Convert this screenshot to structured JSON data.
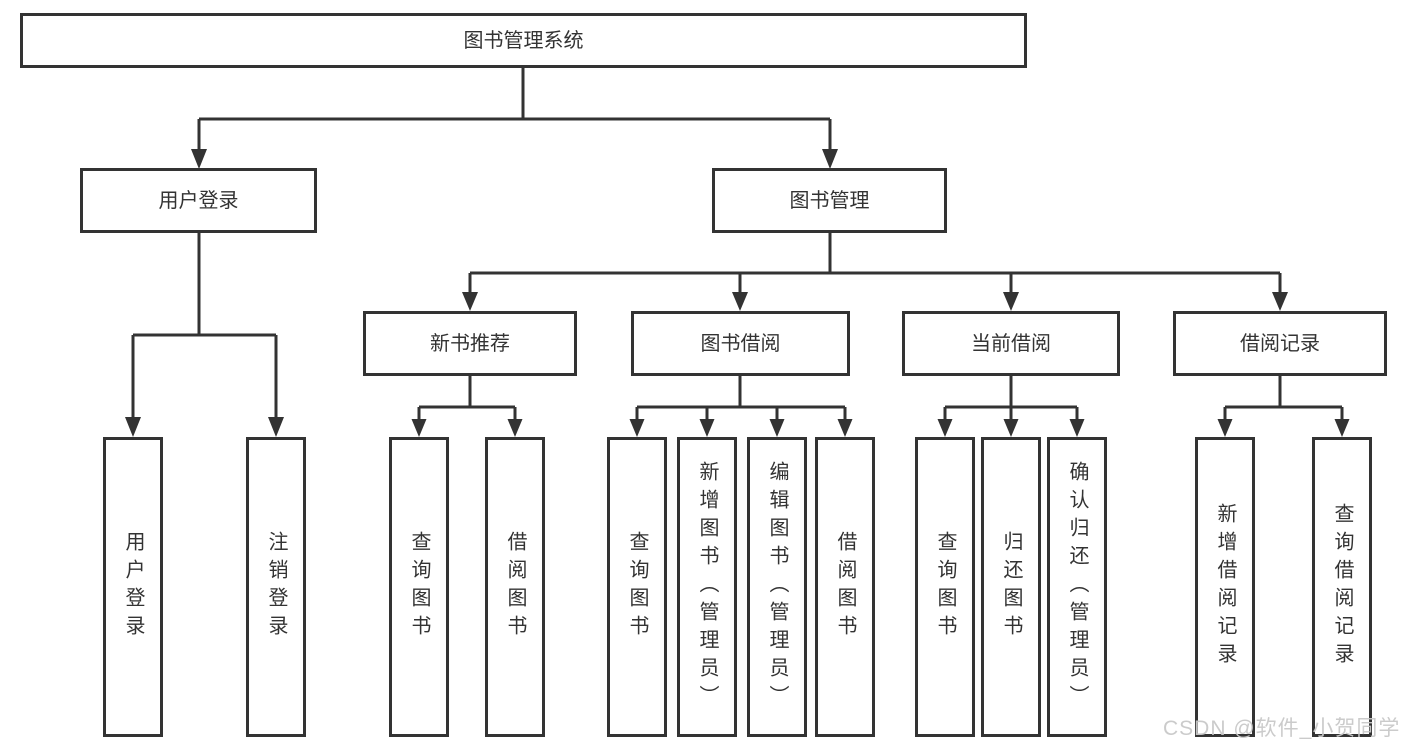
{
  "diagram": {
    "title": "图书管理系统",
    "nodes": {
      "root": "图书管理系统",
      "user_login": "用户登录",
      "book_management": "图书管理",
      "login_user_login": "用户登录",
      "login_logout": "注销登录",
      "new_book_recommend": "新书推荐",
      "book_borrow": "图书借阅",
      "current_borrow": "当前借阅",
      "borrow_records": "借阅记录",
      "nb_query_book": "查询图书",
      "nb_borrow_book": "借阅图书",
      "bb_query_book": "查询图书",
      "bb_add_book": "新增图书（管理员）",
      "bb_edit_book": "编辑图书（管理员）",
      "bb_borrow_book": "借阅图书",
      "cb_query_book": "查询图书",
      "cb_return_book": "归还图书",
      "cb_confirm_return": "确认归还（管理员）",
      "br_add_record": "新增借阅记录",
      "br_query_record": "查询借阅记录"
    },
    "edges": [
      [
        "root",
        "user_login"
      ],
      [
        "root",
        "book_management"
      ],
      [
        "user_login",
        "login_user_login"
      ],
      [
        "user_login",
        "login_logout"
      ],
      [
        "book_management",
        "new_book_recommend"
      ],
      [
        "book_management",
        "book_borrow"
      ],
      [
        "book_management",
        "current_borrow"
      ],
      [
        "book_management",
        "borrow_records"
      ],
      [
        "new_book_recommend",
        "nb_query_book"
      ],
      [
        "new_book_recommend",
        "nb_borrow_book"
      ],
      [
        "book_borrow",
        "bb_query_book"
      ],
      [
        "book_borrow",
        "bb_add_book"
      ],
      [
        "book_borrow",
        "bb_edit_book"
      ],
      [
        "book_borrow",
        "bb_borrow_book"
      ],
      [
        "current_borrow",
        "cb_query_book"
      ],
      [
        "current_borrow",
        "cb_return_book"
      ],
      [
        "current_borrow",
        "cb_confirm_return"
      ],
      [
        "borrow_records",
        "br_add_record"
      ],
      [
        "borrow_records",
        "br_query_record"
      ]
    ]
  },
  "watermark": {
    "text": "CSDN @软件_小贺同学"
  },
  "colors": {
    "line": "#333333",
    "text": "#333333",
    "background": "#ffffff",
    "watermark": "#c8c8c8"
  }
}
